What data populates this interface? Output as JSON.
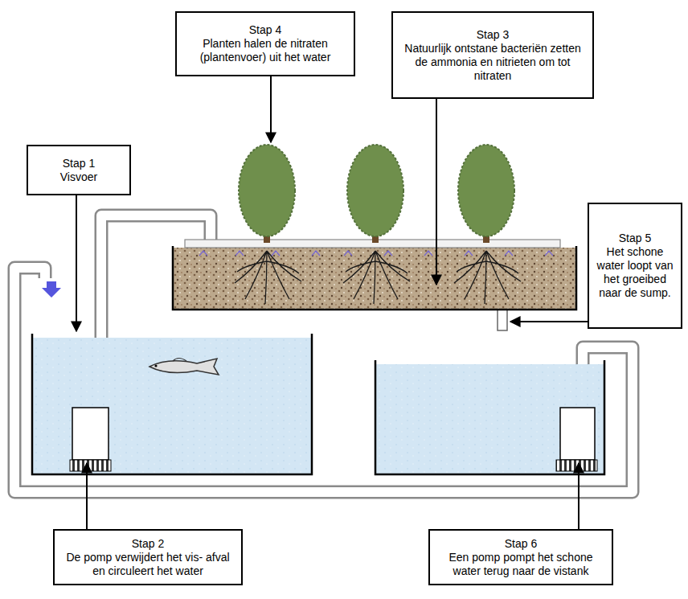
{
  "diagram": {
    "nodes": [
      {
        "text": [
          "Stap 4",
          "Planten halen de nitraten (plantenvoer) uit het water"
        ]
      },
      {
        "text": [
          "Stap 3",
          "Natuurlijk ontstane bacteriën zetten de ammonia en nitrieten om tot nitraten"
        ]
      },
      {
        "text": [
          "Stap 1",
          "Visvoer"
        ]
      },
      {
        "text": [
          "Stap 5",
          "Het schone water loopt van het groeibed naar de sump."
        ]
      },
      {
        "text": [
          "Stap 2",
          "De pomp verwijdert het vis- afval en circuleert het water"
        ]
      },
      {
        "text": [
          "Stap 6",
          "Een pomp pompt het schone water terug naar de vistank"
        ]
      }
    ]
  }
}
